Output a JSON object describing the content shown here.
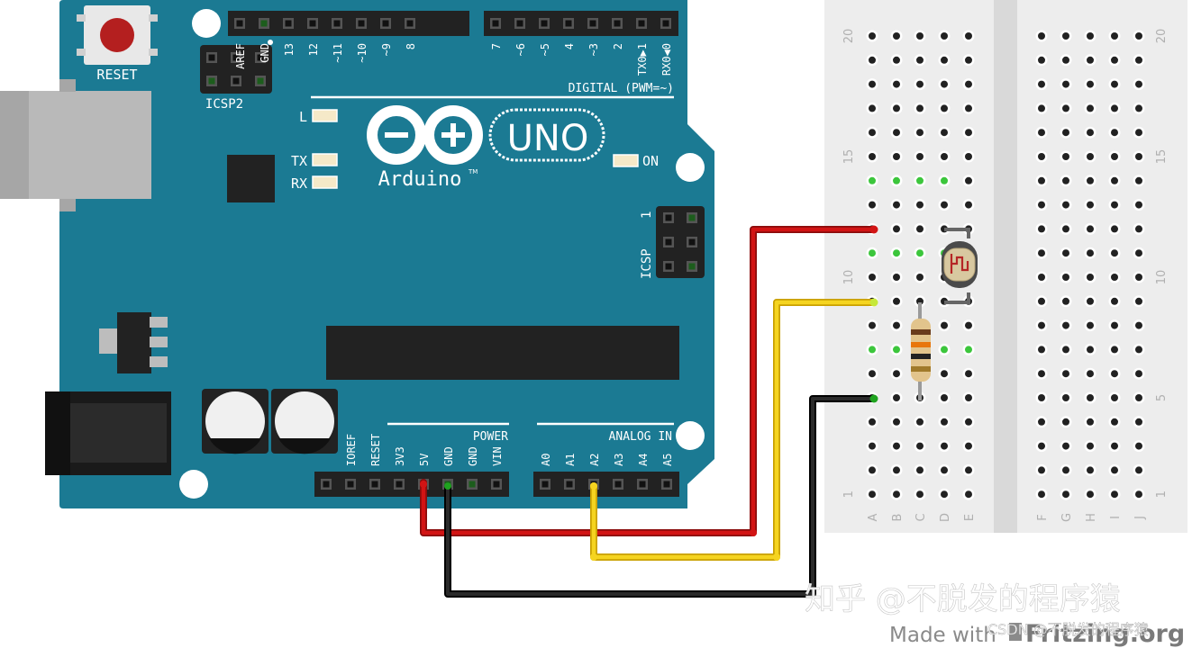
{
  "board": {
    "name": "Arduino",
    "trademark": "TM",
    "model": "UNO",
    "reset_label": "RESET",
    "icsp2_label": "ICSP2",
    "icsp_label": "ICSP",
    "icsp_pin1": "1",
    "led_l": "L",
    "led_tx": "TX",
    "led_rx": "RX",
    "led_on": "ON",
    "digital_label": "DIGITAL (PWM=~)",
    "power_label": "POWER",
    "analog_label": "ANALOG IN",
    "digital_pins_left": [
      "AREF",
      "GND",
      "13",
      "12",
      "~11",
      "~10",
      "~9",
      "8"
    ],
    "digital_pins_right": [
      "7",
      "~6",
      "~5",
      "4",
      "~3",
      "2",
      "TX0▶1",
      "RX0◀0"
    ],
    "power_pins": [
      "IOREF",
      "RESET",
      "3V3",
      "5V",
      "GND",
      "GND",
      "VIN"
    ],
    "analog_pins": [
      "A0",
      "A1",
      "A2",
      "A3",
      "A4",
      "A5"
    ]
  },
  "breadboard": {
    "row_numbers": [
      "20",
      "15",
      "10",
      "5",
      "1"
    ],
    "cols_left": [
      "A",
      "B",
      "C",
      "D",
      "E"
    ],
    "cols_right": [
      "F",
      "G",
      "H",
      "I",
      "J"
    ]
  },
  "components": [
    "photoresistor",
    "resistor"
  ],
  "wires": [
    {
      "name": "5v-wire",
      "color": "#cc1111"
    },
    {
      "name": "a2-signal-wire",
      "color": "#f2cc11"
    },
    {
      "name": "gnd-wire",
      "color": "#1a1a1a"
    }
  ],
  "watermark": {
    "zhihu": "知乎 @不脱发的程序猿",
    "made_with": "Made with",
    "fritzing": "Fritzing.org",
    "csdn": "CSDN @不脱发的程序猿"
  }
}
